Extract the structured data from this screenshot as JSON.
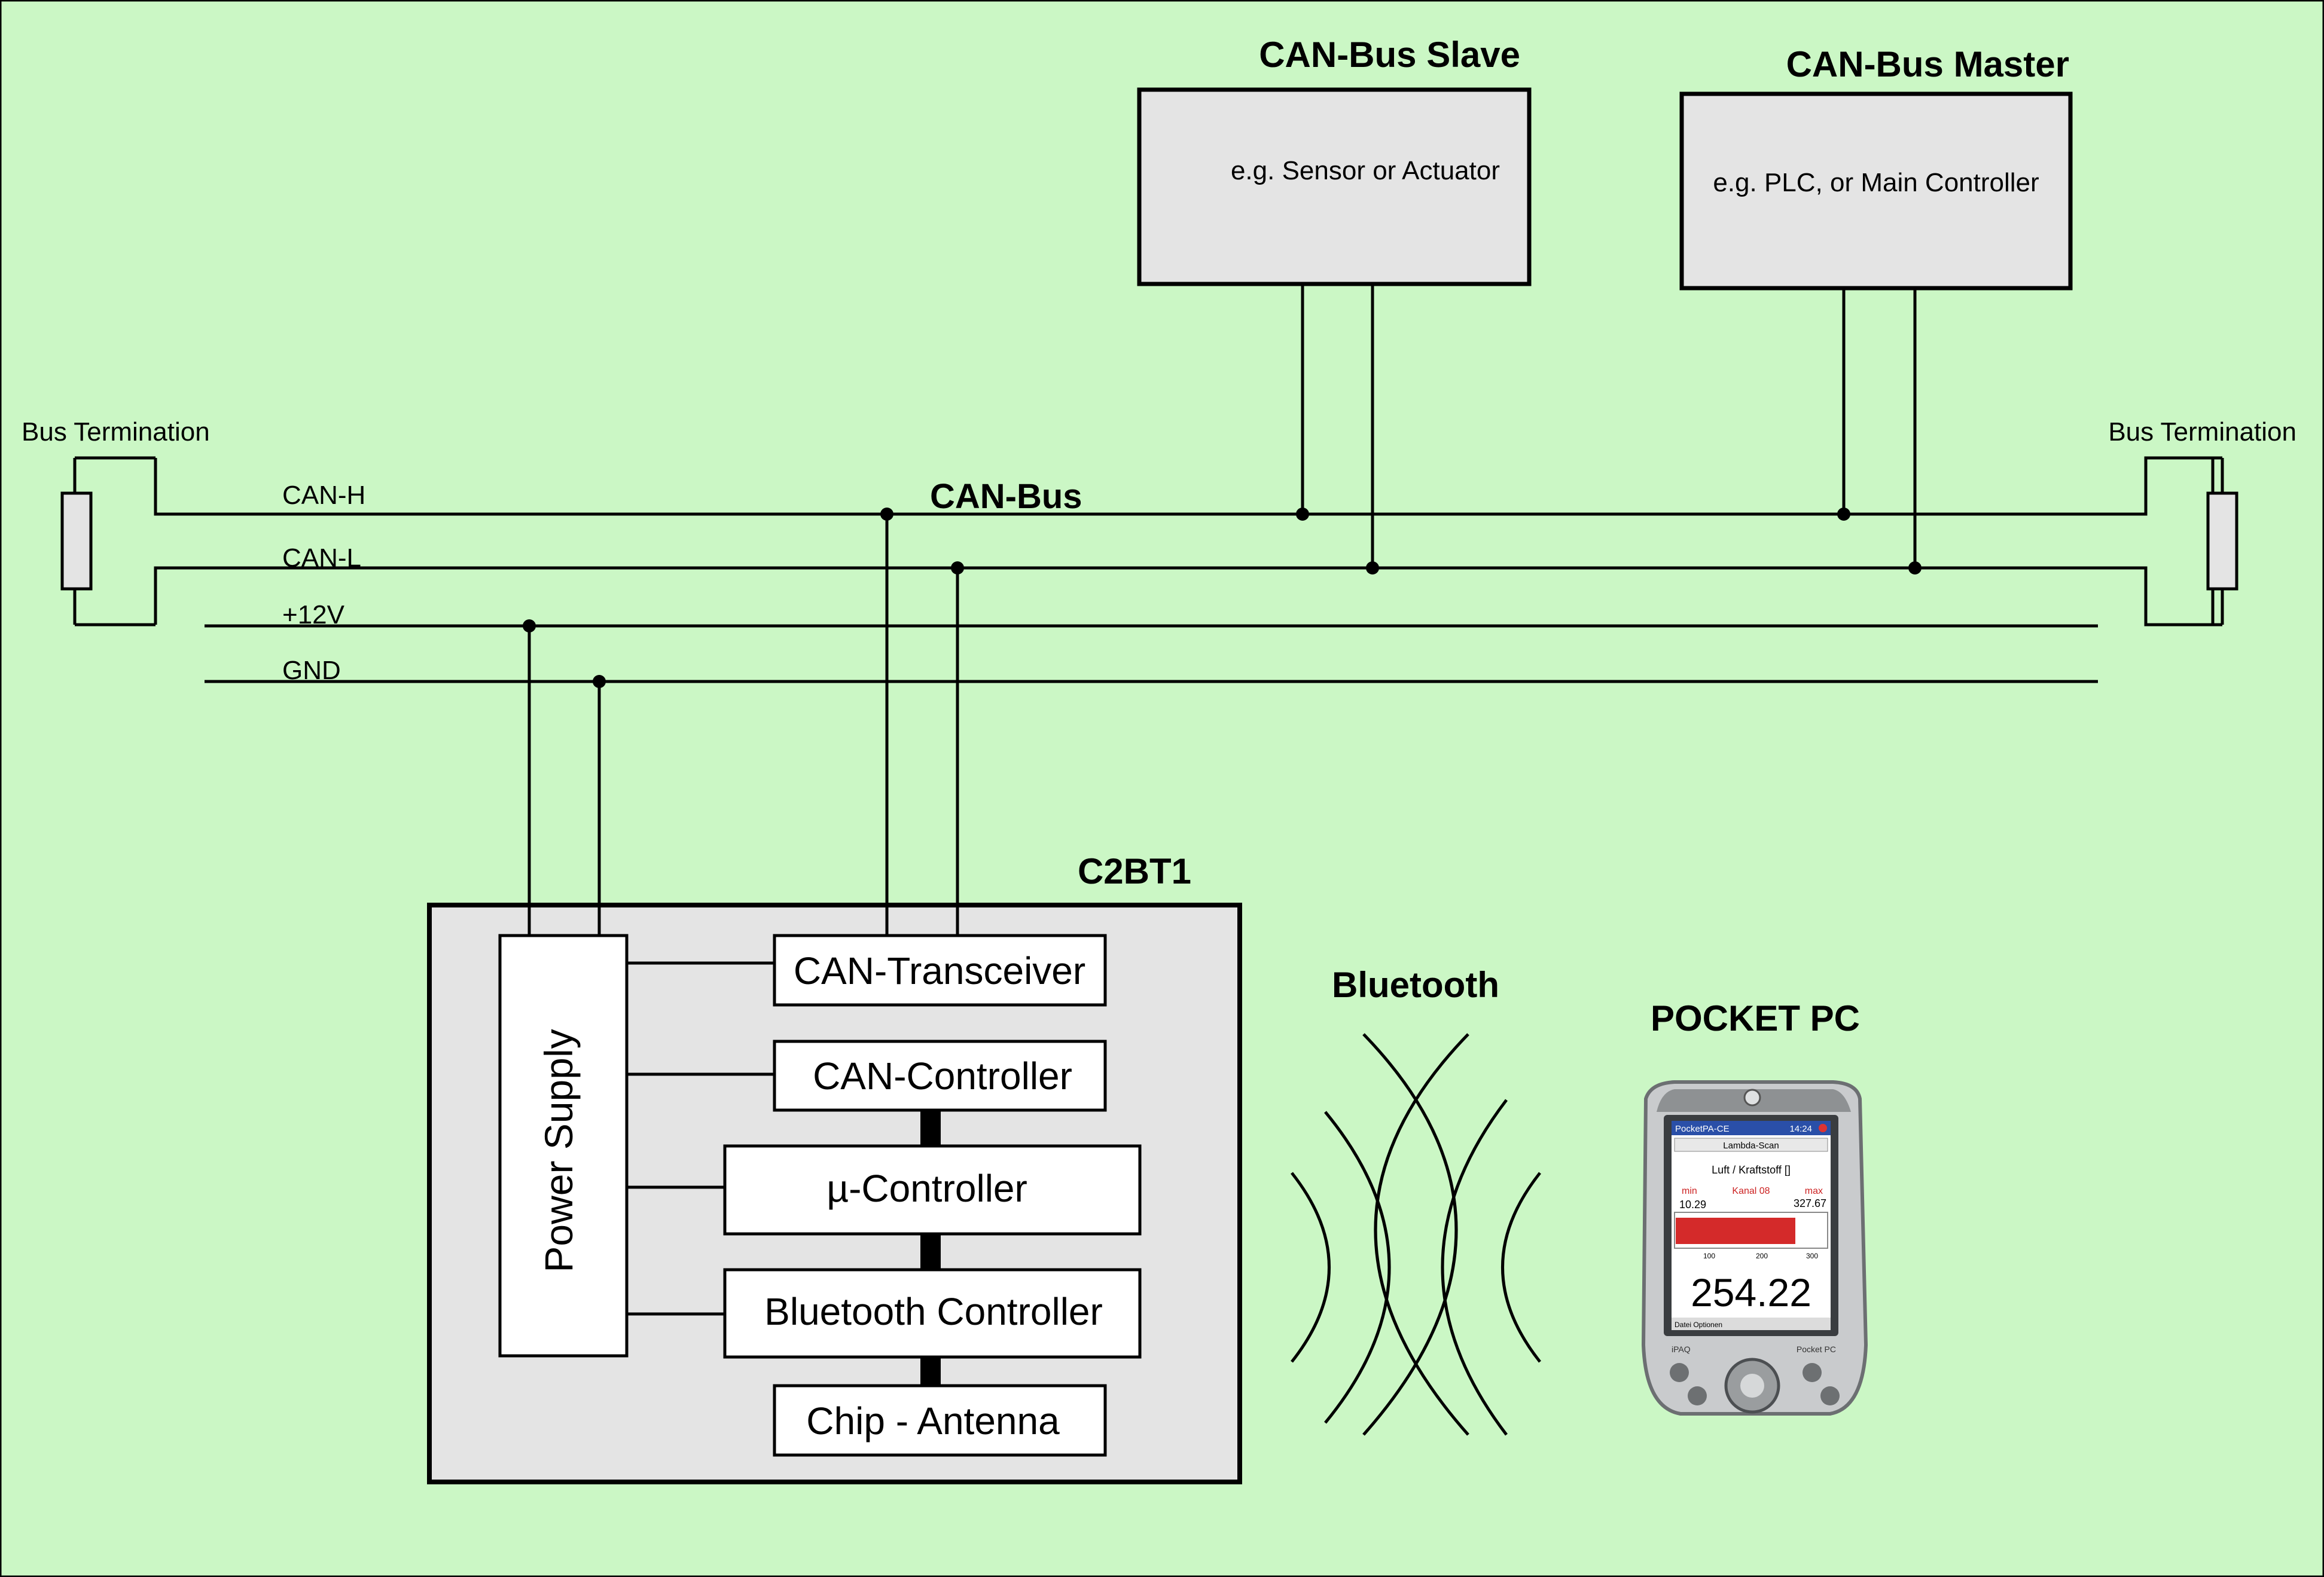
{
  "labels": {
    "can_bus": "CAN-Bus",
    "can_h": "CAN-H",
    "can_l": "CAN-L",
    "plus12v": "+12V",
    "gnd": "GND",
    "bus_termination_left": "Bus Termination",
    "bus_termination_right": "Bus Termination"
  },
  "slave": {
    "title": "CAN-Bus Slave",
    "desc": "e.g. Sensor or Actuator"
  },
  "master": {
    "title": "CAN-Bus Master",
    "desc": "e.g. PLC, or Main Controller"
  },
  "c2bt1": {
    "title": "C2BT1",
    "power_supply": "Power Supply",
    "can_transceiver": "CAN-Transceiver",
    "can_controller": "CAN-Controller",
    "mu_controller": "µ-Controller",
    "bluetooth_controller": "Bluetooth Controller",
    "chip_antenna": "Chip - Antenna"
  },
  "bluetooth": {
    "label": "Bluetooth"
  },
  "pocket_pc": {
    "label": "POCKET PC",
    "screen": {
      "app_title": "PocketPA-CE",
      "time": "14:24",
      "tab": "Lambda-Scan",
      "channel_title": "Luft / Kraftstoff []",
      "min_label": "min",
      "channel": "Kanal 08",
      "max_label": "max",
      "min_value": "10.29",
      "max_value": "327.67",
      "tick_1": "100",
      "tick_2": "200",
      "tick_3": "300",
      "big_value": "254.22",
      "menu": "Datei  Optionen",
      "brand_left": "iPAQ",
      "brand_right": "Pocket PC"
    }
  },
  "colors": {
    "background": "#cbf7c5",
    "box_fill": "#e4e4e4",
    "line": "#000000",
    "bar_red": "#d42a2a"
  }
}
